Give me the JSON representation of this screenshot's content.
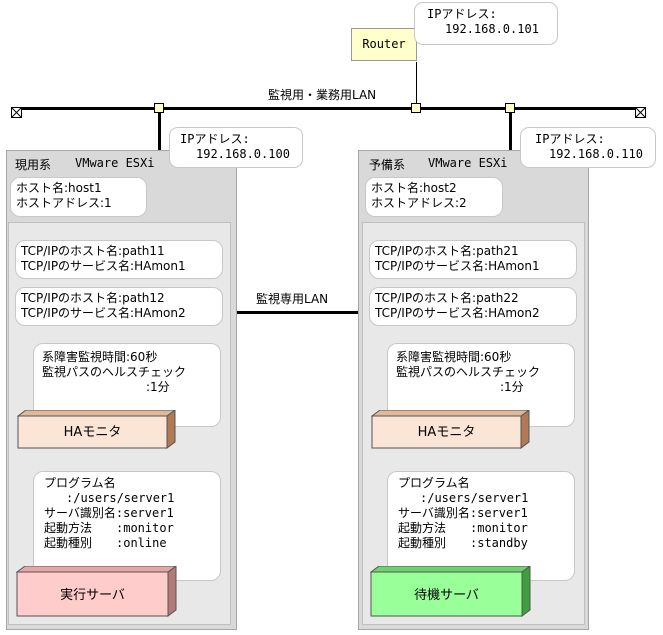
{
  "router": {
    "label": "Router",
    "ip_label": "IPアドレス:",
    "ip": "192.168.0.101"
  },
  "lan_main_label": "監視用・業務用LAN",
  "lan_monitor_label": "監視専用LAN",
  "primary": {
    "system_label": "現用系",
    "platform": "VMware ESXi",
    "ip_label": "IPアドレス:",
    "ip": "192.168.0.100",
    "host_lines": [
      "ホスト名:host1",
      "ホストアドレス:1"
    ],
    "tcp1": [
      "TCP/IPのホスト名:path11",
      "TCP/IPのサービス名:HAmon1"
    ],
    "tcp2": [
      "TCP/IPのホスト名:path12",
      "TCP/IPのサービス名:HAmon2"
    ],
    "monitor": [
      "系障害監視時間:60秒",
      "監視パスのヘルスチェック",
      ":1分"
    ],
    "ha_label": "HAモニタ",
    "program": [
      "プログラム名",
      ":/users/server1",
      "サーバ識別名:server1",
      "起動方法　　:monitor",
      "起動種別　　:online"
    ],
    "server_label": "実行サーバ",
    "server_color": "#ffcccc"
  },
  "standby": {
    "system_label": "予備系",
    "platform": "VMware ESXi",
    "ip_label": "IPアドレス:",
    "ip": "192.168.0.110",
    "host_lines": [
      "ホスト名:host2",
      "ホストアドレス:2"
    ],
    "tcp1": [
      "TCP/IPのホスト名:path21",
      "TCP/IPのサービス名:HAmon1"
    ],
    "tcp2": [
      "TCP/IPのホスト名:path22",
      "TCP/IPのサービス名:HAmon2"
    ],
    "monitor": [
      "系障害監視時間:60秒",
      "監視パスのヘルスチェック",
      ":1分"
    ],
    "ha_label": "HAモニタ",
    "program": [
      "プログラム名",
      ":/users/server1",
      "サーバ識別名:server1",
      "起動方法　　:monitor",
      "起動種別　　:standby"
    ],
    "server_label": "待機サーバ",
    "server_color": "#99ff99"
  },
  "colors": {
    "ha_box": "#fbe5d6",
    "node_fill": "#ffffcc"
  }
}
